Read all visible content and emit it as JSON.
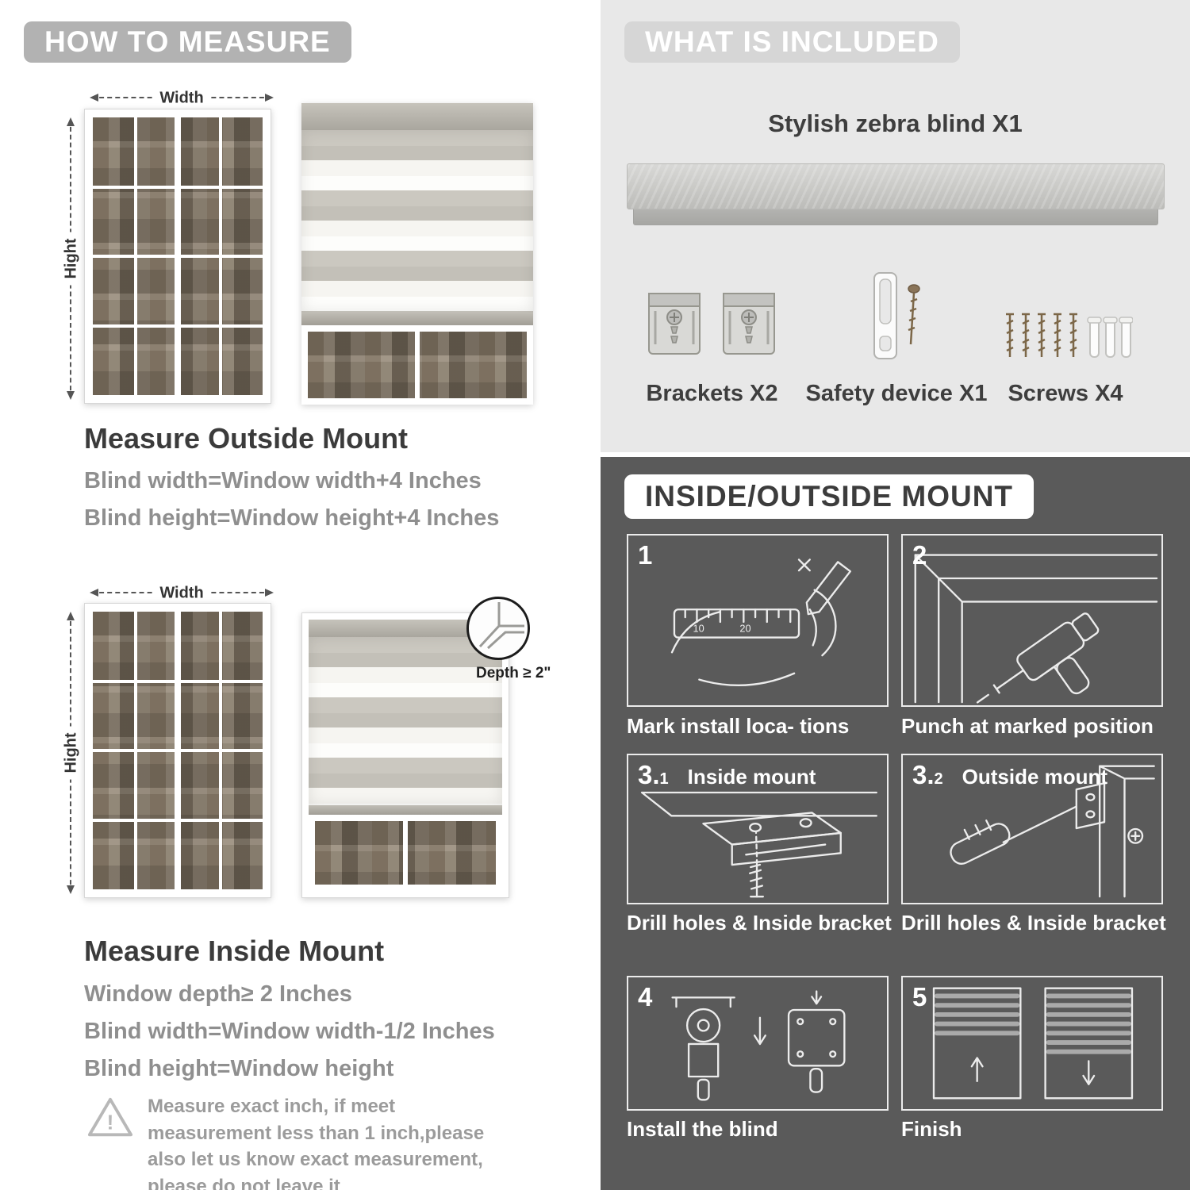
{
  "palette": {
    "left_badge_bg": "#b2b2b2",
    "light_panel_bg": "#e8e8e8",
    "light_badge_bg": "#d6d6d6",
    "dark_panel_bg": "#5a5a5a",
    "heading_color": "#3b3b3b",
    "muted_text": "#8f8f8f",
    "caption_color": "#ffffff"
  },
  "measure": {
    "header": "HOW TO MEASURE",
    "outside": {
      "width_label": "Width",
      "height_label": "Hight",
      "heading": "Measure Outside Mount",
      "lines": [
        "Blind width=Window width+4 Inches",
        "Blind height=Window height+4 Inches"
      ]
    },
    "inside": {
      "width_label": "Width",
      "height_label": "Hight",
      "depth_label": "Depth ≥ 2\"",
      "heading": "Measure Inside Mount",
      "lines": [
        "Window depth≥ 2 Inches",
        "Blind width=Window width-1/2 Inches",
        "Blind height=Window height"
      ]
    },
    "warning": {
      "mark": "!",
      "text": "Measure exact inch, if meet measurement less than 1 inch,please also let us know exact measurement, please do not leave it"
    }
  },
  "included": {
    "header": "WHAT IS INCLUDED",
    "blind_label": "Stylish zebra blind X1",
    "items": [
      {
        "label": "Brackets X2"
      },
      {
        "label": "Safety device X1"
      },
      {
        "label": "Screws X4"
      }
    ]
  },
  "mount": {
    "header": "INSIDE/OUTSIDE MOUNT",
    "ruler_marks": [
      "10",
      "20"
    ],
    "steps": [
      {
        "num": "1",
        "sub": "",
        "title": "",
        "caption": "Mark install loca- tions"
      },
      {
        "num": "2",
        "sub": "",
        "title": "",
        "caption": "Punch at  marked position"
      },
      {
        "num": "3.",
        "sub": "1",
        "title": "Inside mount",
        "caption": "Drill holes &  Inside bracket"
      },
      {
        "num": "3.",
        "sub": "2",
        "title": "Outside mount",
        "caption": "Drill holes &  Inside bracket"
      },
      {
        "num": "4",
        "sub": "",
        "title": "",
        "caption": "Install the blind"
      },
      {
        "num": "5",
        "sub": "",
        "title": "",
        "caption": "Finish"
      }
    ]
  }
}
